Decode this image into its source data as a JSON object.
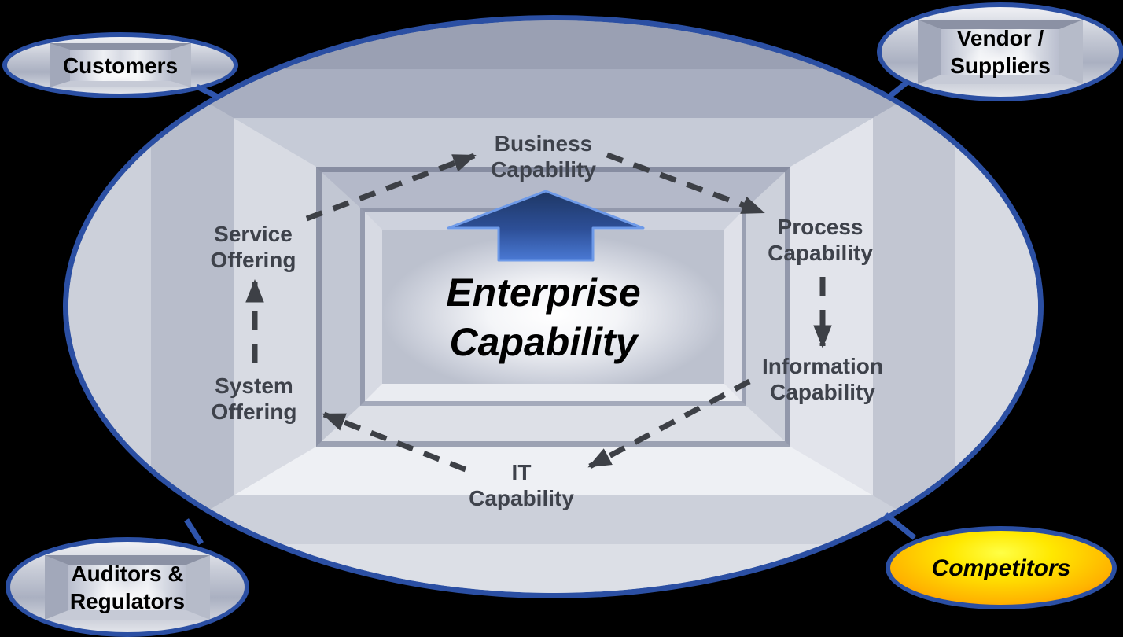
{
  "diagram": {
    "title_hint": "Enterprise Capability cycle diagram",
    "center": {
      "l1": "Enterprise",
      "l2": "Capability"
    },
    "cycle": {
      "business": {
        "l1": "Business",
        "l2": "Capability"
      },
      "process": {
        "l1": "Process",
        "l2": "Capability"
      },
      "information": {
        "l1": "Information",
        "l2": "Capability"
      },
      "it": {
        "l1": "IT",
        "l2": "Capability"
      },
      "system": {
        "l1": "System",
        "l2": "Offering"
      },
      "service": {
        "l1": "Service",
        "l2": "Offering"
      }
    },
    "flow": [
      "Service Offering → Business Capability",
      "Business Capability → Process Capability",
      "Process Capability → Information Capability",
      "Information Capability → IT Capability",
      "IT Capability → System Offering",
      "System Offering → Service Offering"
    ],
    "stakeholders": {
      "customers": {
        "label": "Customers"
      },
      "vendor_suppliers": {
        "l1": "Vendor /",
        "l2": "Suppliers"
      },
      "auditors_regulators": {
        "l1": "Auditors &",
        "l2": "Regulators"
      },
      "competitors": {
        "label": "Competitors"
      }
    },
    "colors": {
      "background": "#000000",
      "ellipse_border": "#2b4fa3",
      "connector": "#2f55ad",
      "dash_arrow": "#3d4046",
      "node_label": "#3e424b",
      "center_text": "#000000",
      "block_arrow_top": "#1e3765",
      "block_arrow_bottom": "#4a79d4",
      "block_arrow_outline": "#6e9ae8",
      "competitor_yellow": "#ffe800",
      "competitor_orange": "#ff7a00",
      "competitor_red": "#ff3c00",
      "silver_light": "#eef0f4",
      "silver_dark": "#9aa0b3"
    }
  }
}
